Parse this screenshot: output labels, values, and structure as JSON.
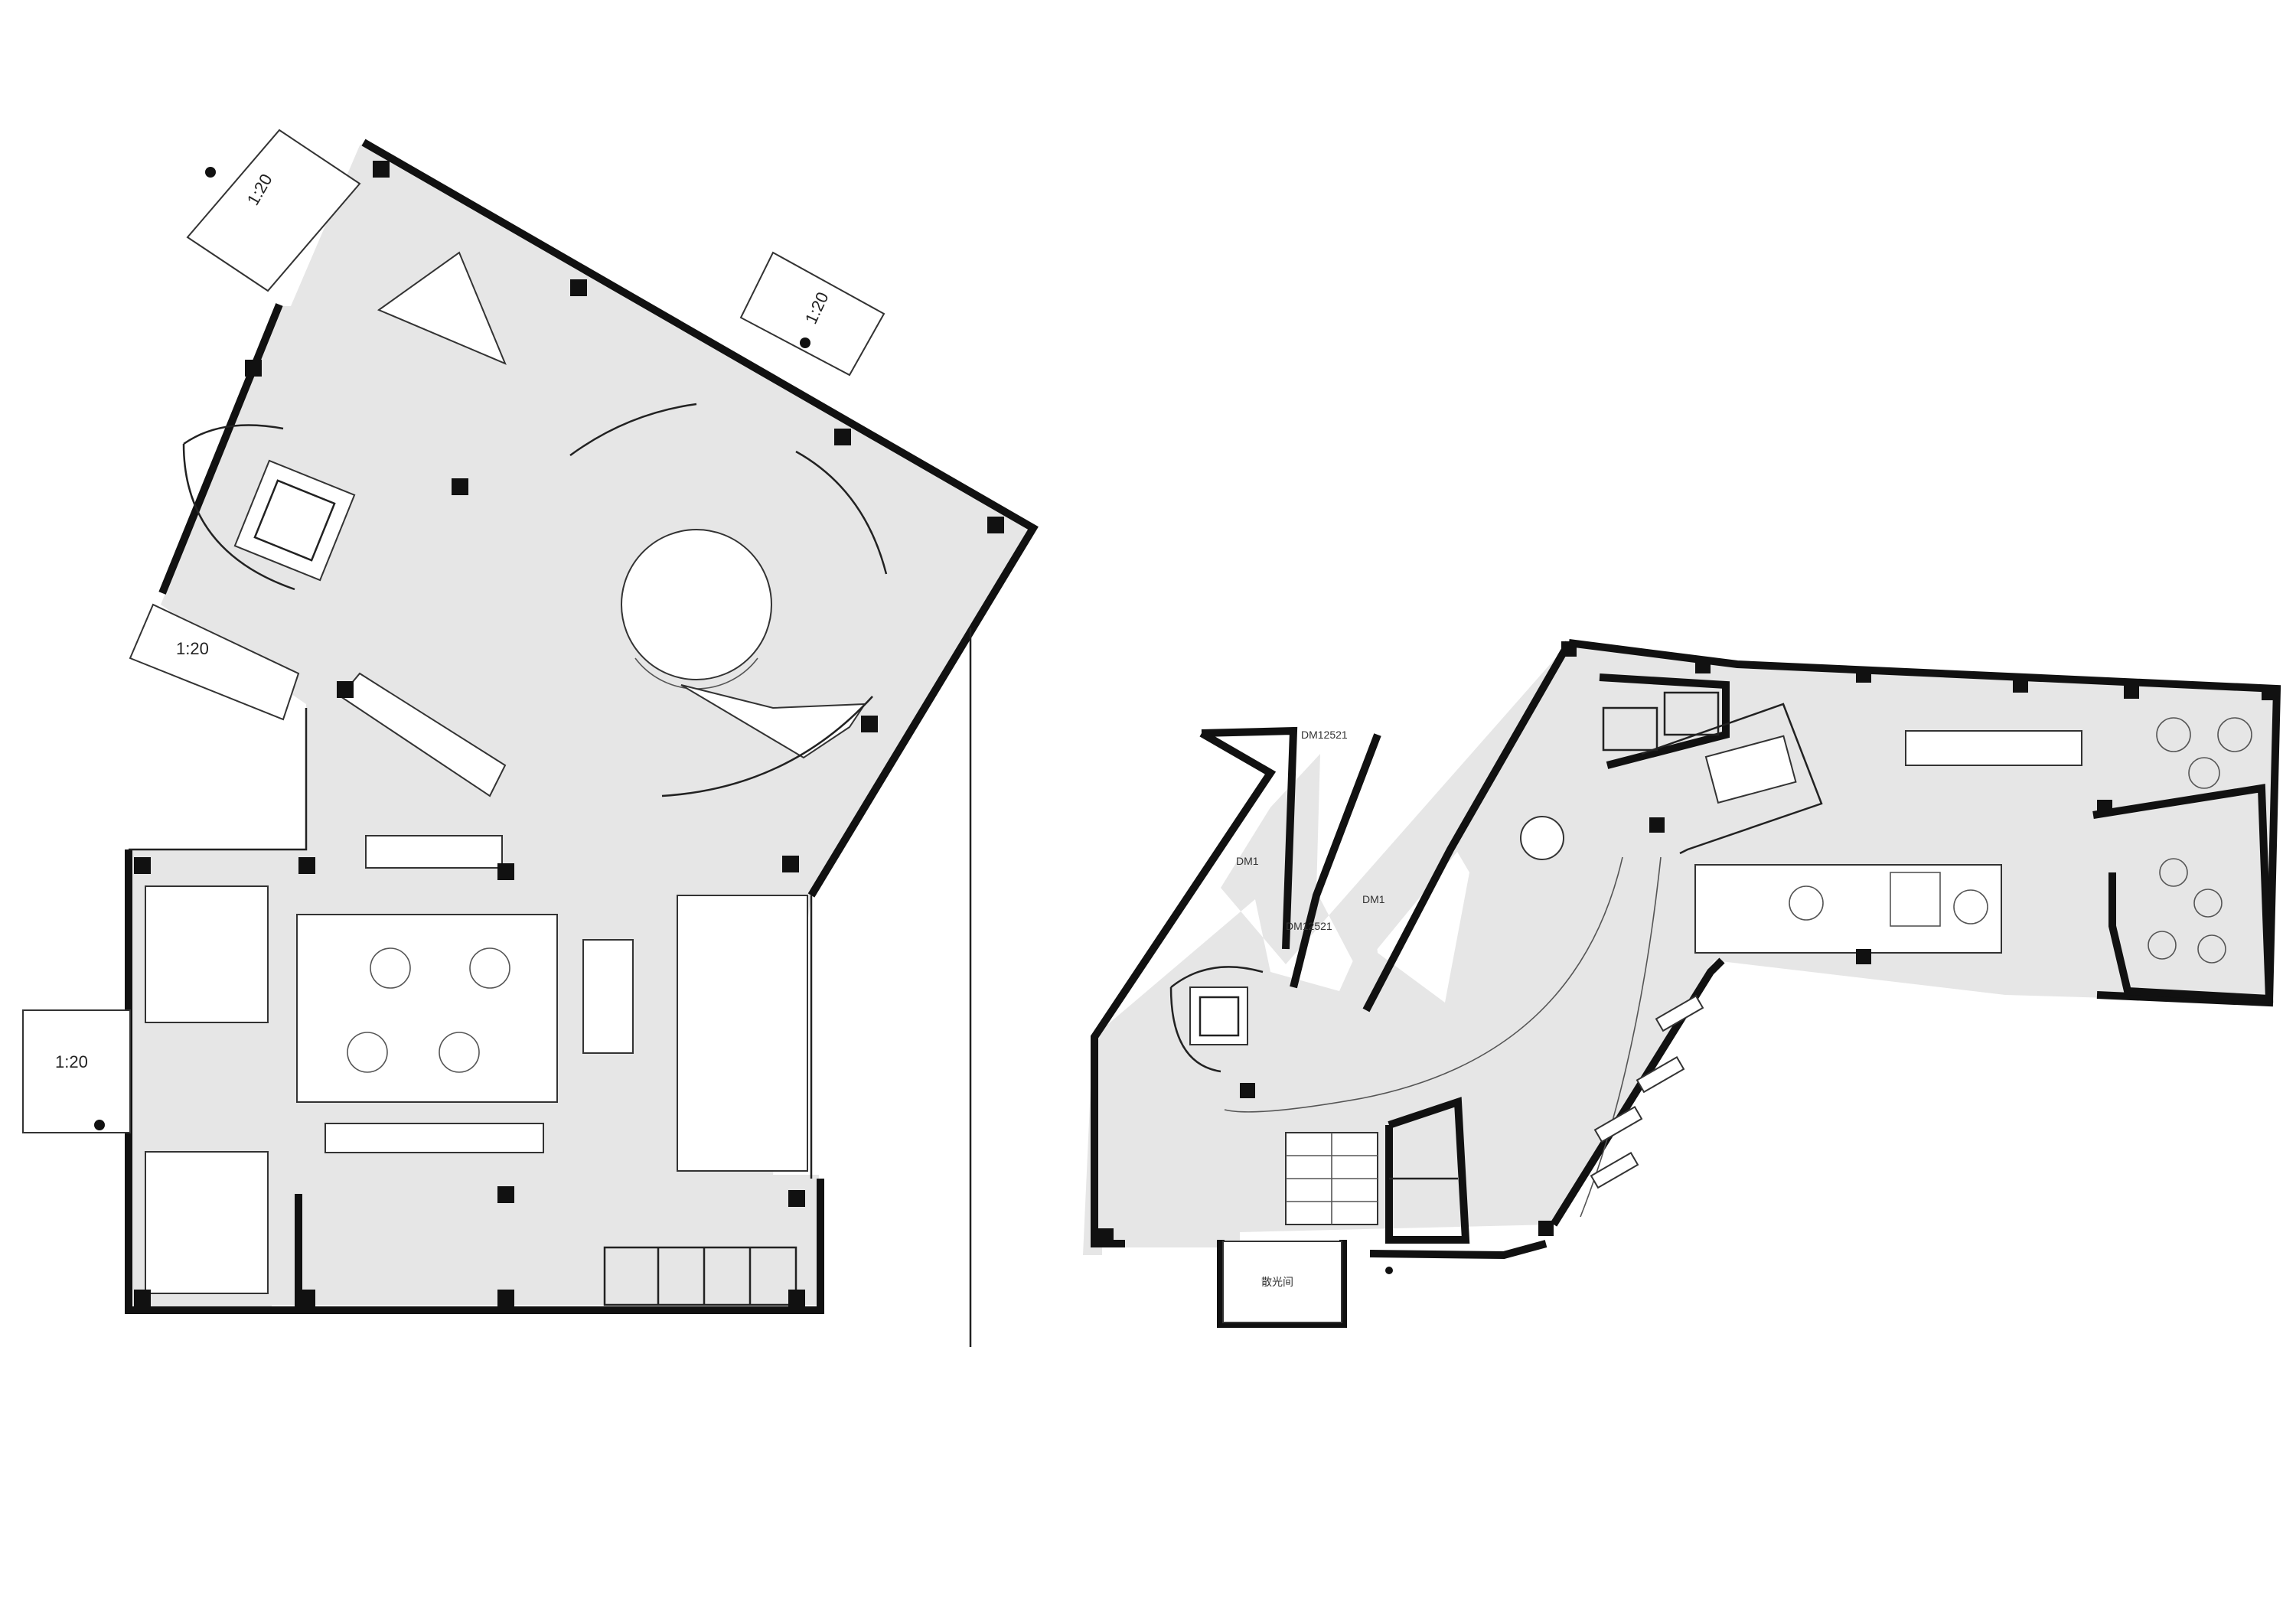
{
  "colors": {
    "floor": "#e6e6e6",
    "wall": "#111111",
    "background": "#ffffff"
  },
  "plan_left": {
    "section_marks": [
      "1:20",
      "1:20",
      "1:20",
      "1:20"
    ]
  },
  "plan_right": {
    "room_labels": [
      "DM1",
      "DM1",
      "DM12521",
      "DM12521",
      "散光间"
    ]
  },
  "icons": [
    "north-arrow-icon",
    "section-marker-icon"
  ]
}
